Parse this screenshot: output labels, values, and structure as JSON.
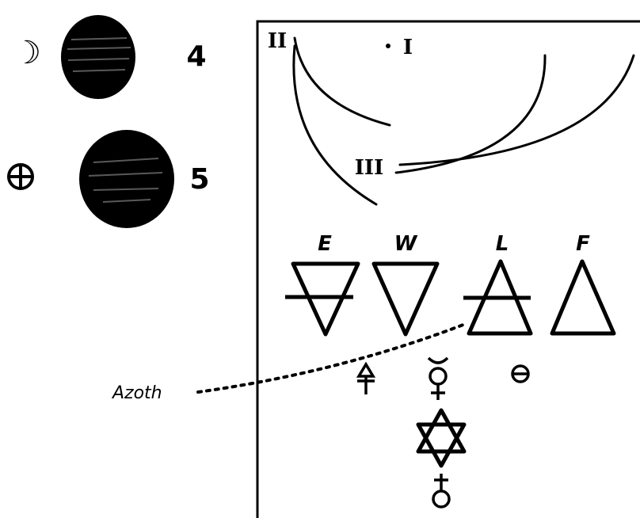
{
  "planets": [
    {
      "symbol": "☽",
      "number": "4"
    },
    {
      "symbol": "⊕",
      "number": "5"
    }
  ],
  "curve_labels": [
    "II",
    "I",
    "III"
  ],
  "elements": [
    {
      "letter": "E",
      "crossed": true,
      "inverted": true
    },
    {
      "letter": "W",
      "crossed": false,
      "inverted": true
    },
    {
      "letter": "L",
      "crossed": true,
      "inverted": false
    },
    {
      "letter": "F",
      "crossed": false,
      "inverted": false
    }
  ],
  "azoth_label": "Azoth",
  "symbols": {
    "sulfur": "🜍",
    "mercury": "☿",
    "salt": "θ",
    "hexagram": "✡",
    "antimony": "♁"
  },
  "colors": {
    "ink": "#000000",
    "paper": "#ffffff"
  }
}
